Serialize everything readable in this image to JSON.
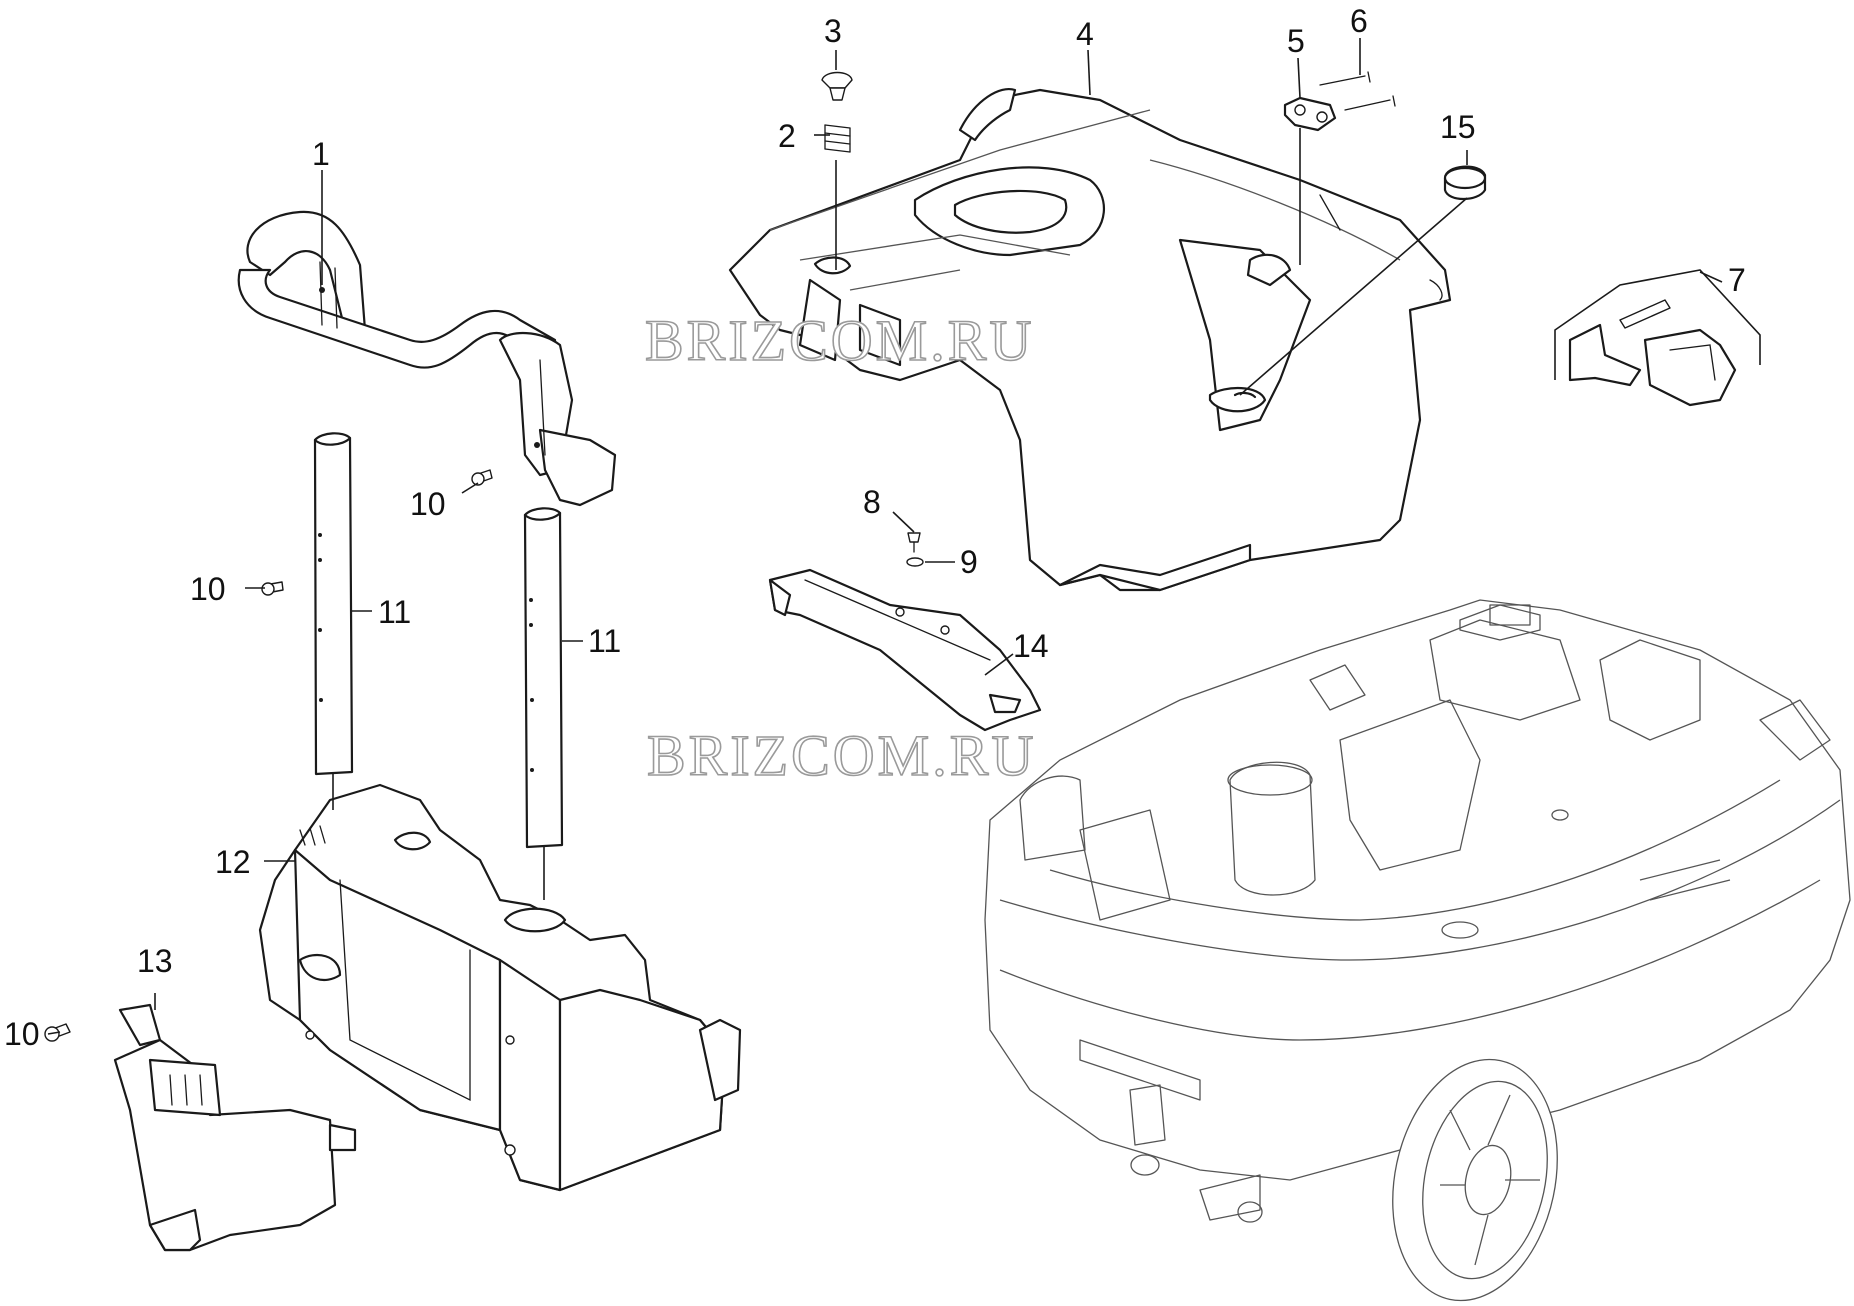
{
  "callouts": {
    "c1": "1",
    "c2": "2",
    "c3": "3",
    "c4": "4",
    "c5": "5",
    "c6": "6",
    "c7": "7",
    "c8": "8",
    "c9": "9",
    "c10a": "10",
    "c10b": "10",
    "c10c": "10",
    "c11a": "11",
    "c11b": "11",
    "c12": "12",
    "c13": "13",
    "c14": "14",
    "c15": "15"
  },
  "watermarks": {
    "top": "BRIZCOM.RU",
    "middle": "BRIZCOM.RU"
  }
}
